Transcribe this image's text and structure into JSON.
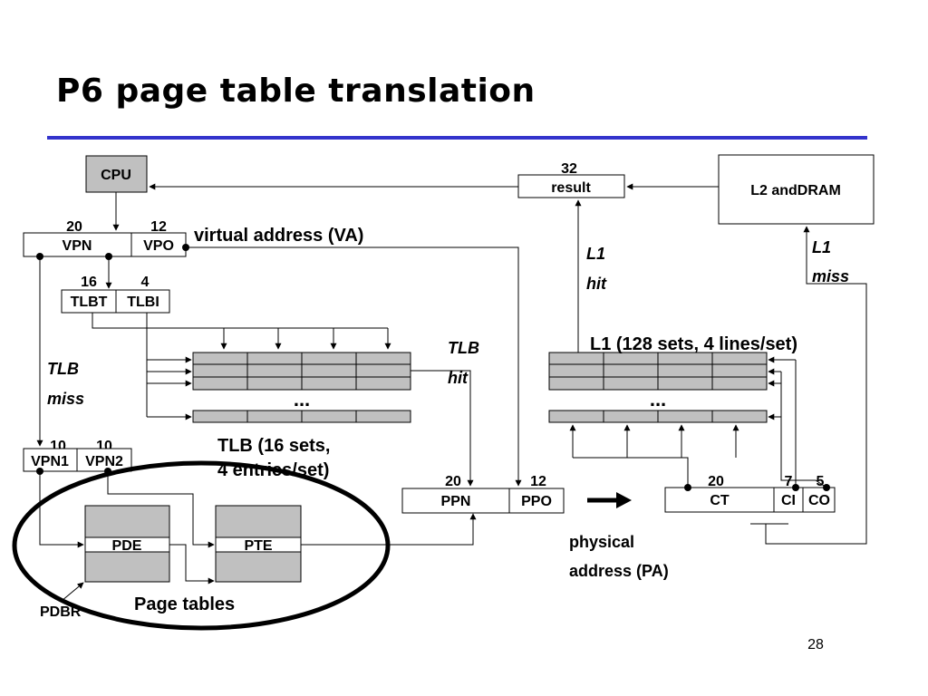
{
  "slide": {
    "title": "P6 page table translation",
    "page_number": "28"
  },
  "diagram": {
    "cpu": "CPU",
    "result_width": "32",
    "result": "result",
    "l2_dram": "L2 andDRAM",
    "va_bits_vpn": "20",
    "va_bits_vpo": "12",
    "vpn": "VPN",
    "vpo": "VPO",
    "va_label": "virtual address (VA)",
    "tlbt_bits": "16",
    "tlbi_bits": "4",
    "tlbt": "TLBT",
    "tlbi": "TLBI",
    "tlb_miss_1": "TLB",
    "tlb_miss_2": "miss",
    "tlb_hit_1": "TLB",
    "tlb_hit_2": "hit",
    "l1_hit_1": "L1",
    "l1_hit_2": "hit",
    "l1_miss_1": "L1",
    "l1_miss_2": "miss",
    "l1_label": "L1 (128 sets, 4 lines/set)",
    "ellipsis": "...",
    "tlb_label_1": "TLB (16 sets,",
    "tlb_label_2": "4 entries/set)",
    "vpn1_bits": "10",
    "vpn2_bits": "10",
    "vpn1": "VPN1",
    "vpn2": "VPN2",
    "pde": "PDE",
    "pte": "PTE",
    "page_tables": "Page tables",
    "pdbr": "PDBR",
    "ppn_bits": "20",
    "ppo_bits": "12",
    "ppn": "PPN",
    "ppo": "PPO",
    "ct_bits": "20",
    "ci_bits": "7",
    "co_bits": "5",
    "ct": "CT",
    "ci": "CI",
    "co": "CO",
    "pa_label_1": "physical",
    "pa_label_2": "address (PA)"
  }
}
